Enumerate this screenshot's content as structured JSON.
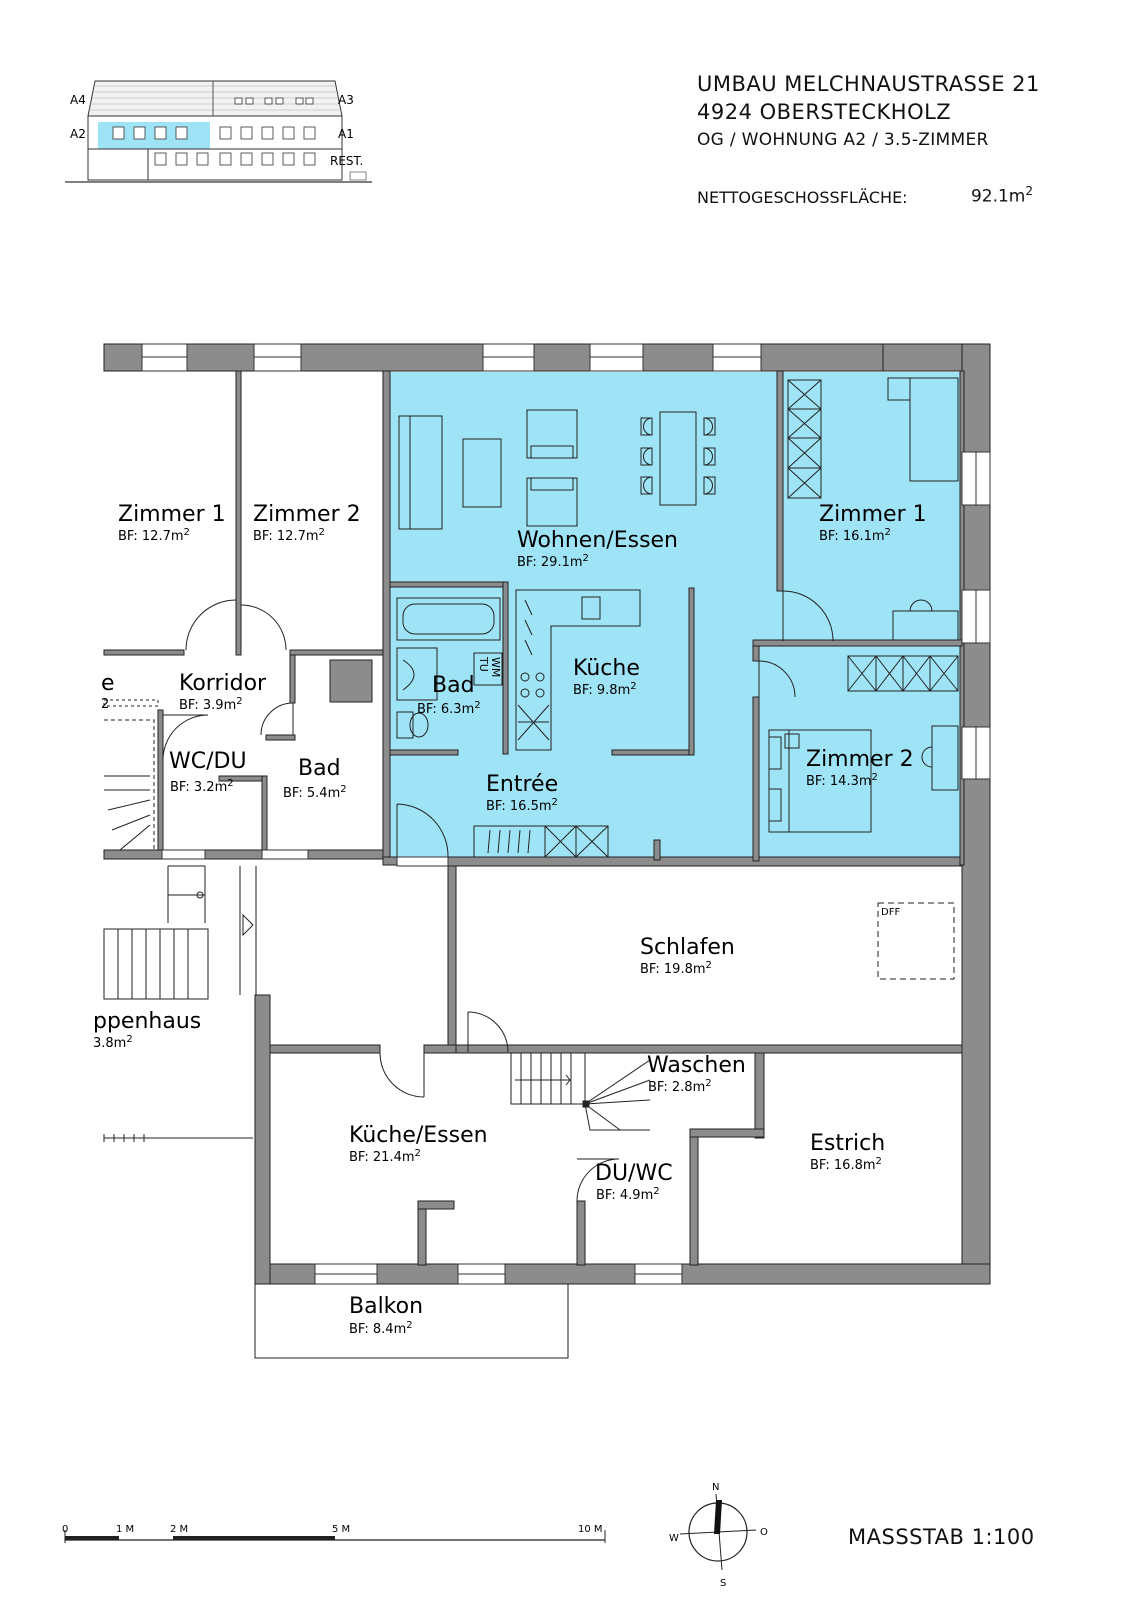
{
  "header": {
    "project_line1": "UMBAU MELCHNAUSTRASSE 21",
    "project_line2": "4924 OBERSTECKHOLZ",
    "unit_line": "OG / WOHNUNG A2 / 3.5-ZIMMER",
    "area_label": "NETTOGESCHOSSFLÄCHE:",
    "area_value": "92.1m",
    "area_exp": "2"
  },
  "keyplan": {
    "labels": {
      "a4": "A4",
      "a3": "A3",
      "a2": "A2",
      "a1": "A1",
      "rest": "REST."
    }
  },
  "rooms": {
    "zimmer1_left": {
      "name": "Zimmer 1",
      "bf": "BF: 12.7m"
    },
    "zimmer2_left": {
      "name": "Zimmer 2",
      "bf": "BF: 12.7m"
    },
    "korridor": {
      "name": "Korridor",
      "bf": "BF: 3.9m"
    },
    "wcdu": {
      "name": "WC/DU",
      "bf": "BF: 3.2m"
    },
    "bad_left": {
      "name": "Bad",
      "bf": "BF: 5.4m"
    },
    "partial_e": {
      "name": "e",
      "bf": "2"
    },
    "treppenhaus": {
      "name": "ppenhaus",
      "bf": "3.8m"
    },
    "wohnen": {
      "name": "Wohnen/Essen",
      "bf": "BF: 29.1m"
    },
    "bad": {
      "name": "Bad",
      "bf": "BF: 6.3m"
    },
    "kueche": {
      "name": "Küche",
      "bf": "BF: 9.8m"
    },
    "entree": {
      "name": "Entrée",
      "bf": "BF: 16.5m"
    },
    "zimmer1": {
      "name": "Zimmer 1",
      "bf": "BF: 16.1m"
    },
    "zimmer2": {
      "name": "Zimmer 2",
      "bf": "BF: 14.3m"
    },
    "schlafen": {
      "name": "Schlafen",
      "bf": "BF: 19.8m"
    },
    "waschen": {
      "name": "Waschen",
      "bf": "BF: 2.8m"
    },
    "kuecheessen": {
      "name": "Küche/Essen",
      "bf": "BF: 21.4m"
    },
    "duwc": {
      "name": "DU/WC",
      "bf": "BF: 4.9m"
    },
    "estrich": {
      "name": "Estrich",
      "bf": "BF: 16.8m"
    },
    "balkon": {
      "name": "Balkon",
      "bf": "BF: 8.4m"
    }
  },
  "sup": "2",
  "labels": {
    "wm": "WM",
    "tu": "TU",
    "dff": "DFF"
  },
  "scale_bar": {
    "t0": "0",
    "t1": "1 M",
    "t2": "2 M",
    "t5": "5 M",
    "t10": "10 M"
  },
  "compass": {
    "n": "N",
    "s": "S",
    "w": "W",
    "o": "O"
  },
  "scale": "MASSSTAB 1:100",
  "colors": {
    "wall": "#8c8c8c",
    "highlight": "#9fe4f6",
    "line": "#222222"
  }
}
